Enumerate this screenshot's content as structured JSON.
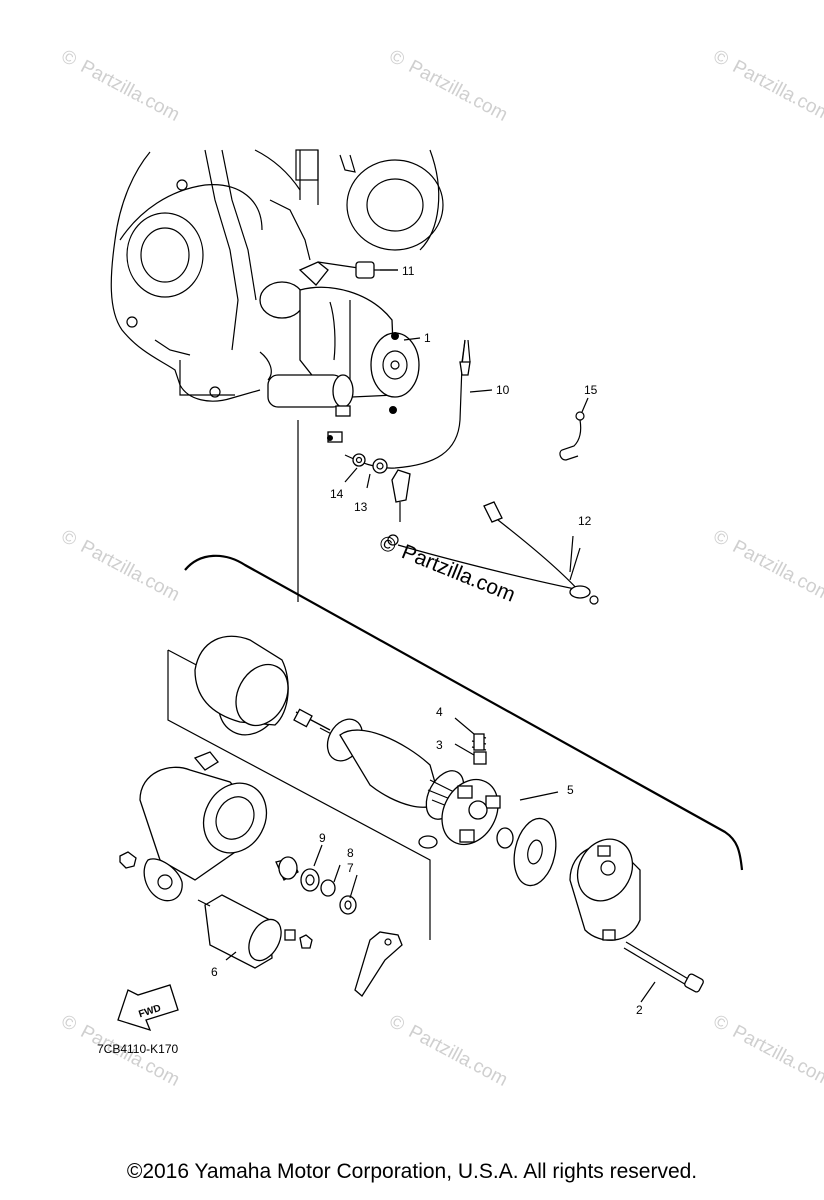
{
  "diagram": {
    "reference_code": "7CB4110-K170",
    "fwd_arrow_text": "FWD",
    "watermark_text": "Partzilla.com",
    "watermark_symbol": "©",
    "center_watermark_text": "Partzilla.com",
    "part_labels": {
      "p1": "1",
      "p2": "2",
      "p3": "3",
      "p4": "4",
      "p5": "5",
      "p6": "6",
      "p7": "7",
      "p8": "8",
      "p9": "9",
      "p10": "10",
      "p11": "11",
      "p12": "12",
      "p13": "13",
      "p14": "14",
      "p15": "15"
    }
  },
  "footer": {
    "copyright": "©2016  Yamaha Motor Corporation, U.S.A. All rights reserved."
  }
}
